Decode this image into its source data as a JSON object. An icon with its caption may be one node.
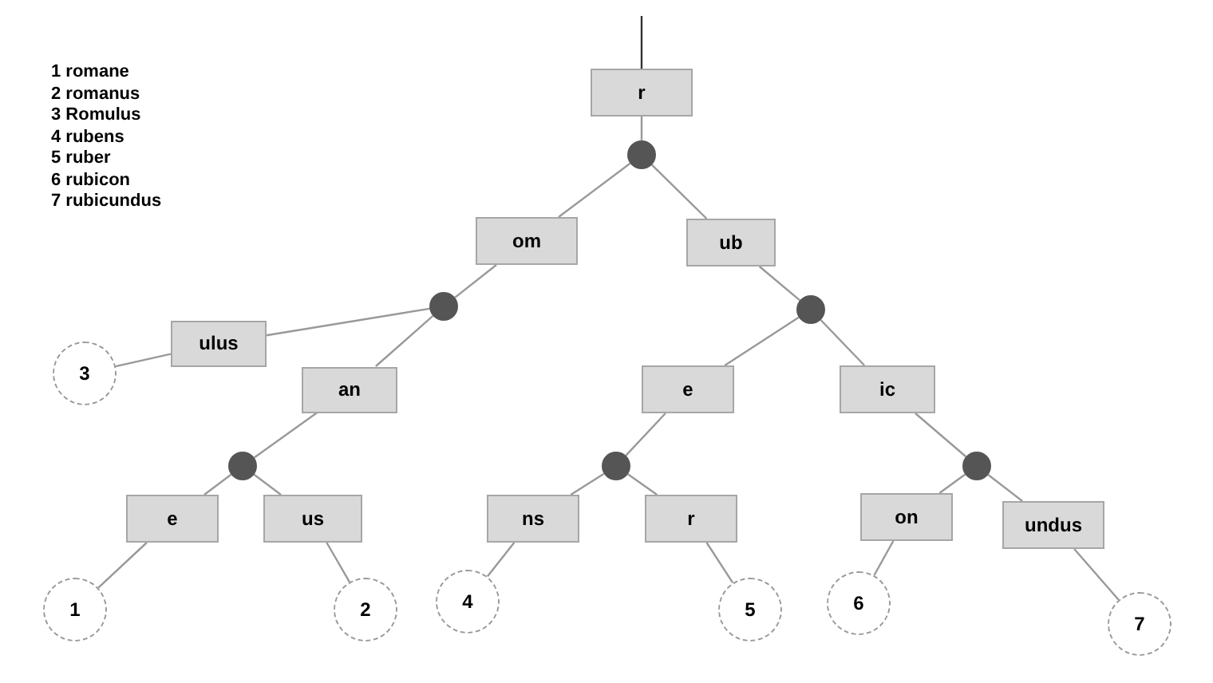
{
  "diagram": {
    "nodes": [
      {
        "text": [
          "r"
        ]
      },
      {
        "text": [],
        "shape": "circle"
      },
      {
        "text": [
          "om"
        ]
      },
      {
        "text": [
          "ub"
        ]
      },
      {
        "text": [],
        "shape": "circle"
      },
      {
        "text": [],
        "shape": "circle"
      },
      {
        "text": [
          "ulus"
        ]
      },
      {
        "text": [
          "3"
        ]
      },
      {
        "text": [
          "an"
        ]
      },
      {
        "text": [
          "e"
        ]
      },
      {
        "text": [
          "ic"
        ]
      },
      {
        "text": [],
        "shape": "circle"
      },
      {
        "text": [],
        "shape": "circle"
      },
      {
        "text": [],
        "shape": "circle"
      },
      {
        "text": [
          "e"
        ]
      },
      {
        "text": [
          "us"
        ]
      },
      {
        "text": [
          "ns"
        ]
      },
      {
        "text": [
          "r"
        ]
      },
      {
        "text": [
          "on"
        ]
      },
      {
        "text": [
          "undus"
        ]
      },
      {
        "text": [
          "1"
        ]
      },
      {
        "text": [
          "2"
        ]
      },
      {
        "text": [
          "4"
        ]
      },
      {
        "text": [
          "5"
        ]
      },
      {
        "text": [
          "6"
        ]
      },
      {
        "text": [
          "7"
        ]
      }
    ],
    "edges": [
      {
        "from": null,
        "to": 0,
        "arrow": "none",
        "color": "#333333"
      },
      {
        "from": 0,
        "to": 1,
        "arrow": "none"
      },
      {
        "from": 1,
        "to": 2,
        "arrow": "none"
      },
      {
        "from": 1,
        "to": 3,
        "arrow": "none"
      },
      {
        "from": 2,
        "to": 4,
        "arrow": "none"
      },
      {
        "from": 4,
        "to": 6,
        "arrow": "none"
      },
      {
        "from": 4,
        "to": 8,
        "arrow": "none"
      },
      {
        "from": 6,
        "to": 7,
        "arrow": "none"
      },
      {
        "from": 8,
        "to": 11,
        "arrow": "none"
      },
      {
        "from": 11,
        "to": 14,
        "arrow": "none"
      },
      {
        "from": 11,
        "to": 15,
        "arrow": "none"
      },
      {
        "from": 14,
        "to": 20,
        "arrow": "none"
      },
      {
        "from": 15,
        "to": 21,
        "arrow": "none"
      },
      {
        "from": 3,
        "to": 5,
        "arrow": "none"
      },
      {
        "from": 5,
        "to": 9,
        "arrow": "none"
      },
      {
        "from": 5,
        "to": 10,
        "arrow": "none"
      },
      {
        "from": 9,
        "to": 12,
        "arrow": "none"
      },
      {
        "from": 12,
        "to": 16,
        "arrow": "none"
      },
      {
        "from": 12,
        "to": 17,
        "arrow": "none"
      },
      {
        "from": 16,
        "to": 22,
        "arrow": "none"
      },
      {
        "from": 17,
        "to": 23,
        "arrow": "none"
      },
      {
        "from": 10,
        "to": 13,
        "arrow": "none"
      },
      {
        "from": 13,
        "to": 18,
        "arrow": "none"
      },
      {
        "from": 13,
        "to": 19,
        "arrow": "none"
      },
      {
        "from": 18,
        "to": 24,
        "arrow": "none"
      },
      {
        "from": 19,
        "to": 25,
        "arrow": "none"
      }
    ],
    "labels": [
      "1 romane",
      "2 romanus",
      "3 Romulus",
      "4 rubens",
      "5 ruber",
      "6 rubicon",
      "7 rubicundus"
    ]
  }
}
